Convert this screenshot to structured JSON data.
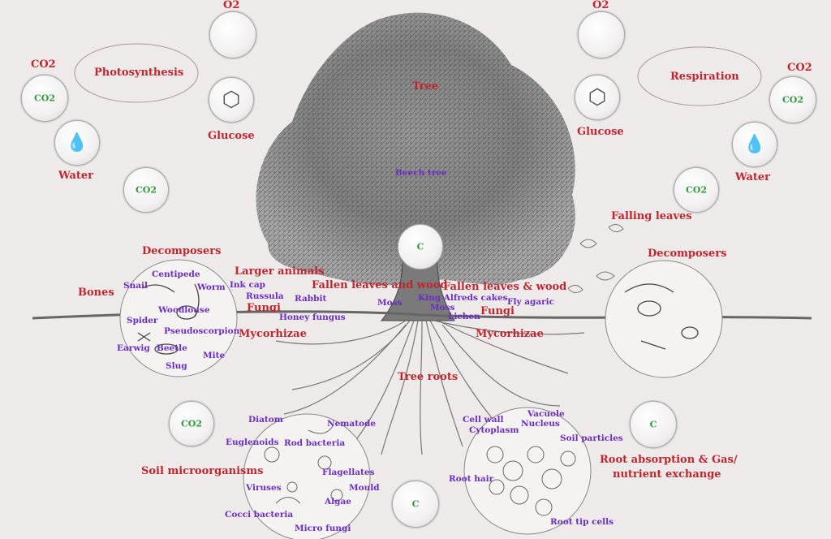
{
  "title_labels": {
    "photosynthesis": "Photosynthesis",
    "respiration": "Respiration",
    "tree": "Tree",
    "beech_tree": "Beech tree",
    "tree_roots": "Tree roots"
  },
  "gas_labels": {
    "o2_left": "O2",
    "o2_right": "O2",
    "co2_left": "CO2",
    "co2_right": "CO2",
    "glucose_left": "Glucose",
    "glucose_right": "Glucose",
    "water_left": "Water",
    "water_right": "Water"
  },
  "bubble_text": {
    "co2": "CO2",
    "carbon": "C"
  },
  "red_labels": {
    "decomposers_left": "Decomposers",
    "decomposers_right": "Decomposers",
    "bones": "Bones",
    "larger_animals": "Larger animals",
    "fungi_left": "Fungi",
    "fungi_right": "Fungi",
    "mycorhizae_left": "Mycorhizae",
    "mycorhizae_right": "Mycorhizae",
    "fallen_left": "Fallen leaves and wood",
    "fallen_right": "Fallen leaves & wood",
    "falling_leaves": "Falling leaves",
    "soil_microorganisms": "Soil microorganisms",
    "root_absorption_1": "Root absorption & Gas/",
    "root_absorption_2": "nutrient exchange"
  },
  "purple_labels": {
    "snail": "Snail",
    "centipede": "Centipede",
    "worm": "Worm",
    "ink_cap": "Ink cap",
    "russula": "Russula",
    "woodlouse": "Woodlouse",
    "spider": "Spider",
    "pseudoscorpion": "Pseudoscorpion",
    "earwig": "Earwig",
    "beetle": "Beetle",
    "mite": "Mite",
    "slug": "Slug",
    "rabbit": "Rabbit",
    "honey_fungus": "Honey fungus",
    "moss_left": "Moss",
    "king_alfreds": "King Alfreds cakes",
    "moss_right": "Moss",
    "lichen": "Lichen",
    "fly_agaric": "Fly agaric",
    "diatom": "Diatom",
    "nematode": "Nematode",
    "euglenoids": "Euglenoids",
    "rod_bacteria": "Rod bacteria",
    "flagellates": "Flagellates",
    "viruses": "Viruses",
    "mould": "Mould",
    "algae": "Algae",
    "cocci_bacteria": "Cocci bacteria",
    "micro_fungi": "Micro fungi",
    "cell_wall": "Cell wall",
    "vacuole": "Vacuole",
    "cytoplasm": "Cytoplasm",
    "nucleus": "Nucleus",
    "soil_particles": "Soil particles",
    "root_hair": "Root hair",
    "root_tip_cells": "Root tip cells"
  },
  "colors": {
    "red_label": "#c0262e",
    "purple_label": "#6a2fc2",
    "green_label": "#2f9a3a",
    "sketch": "#555555"
  }
}
